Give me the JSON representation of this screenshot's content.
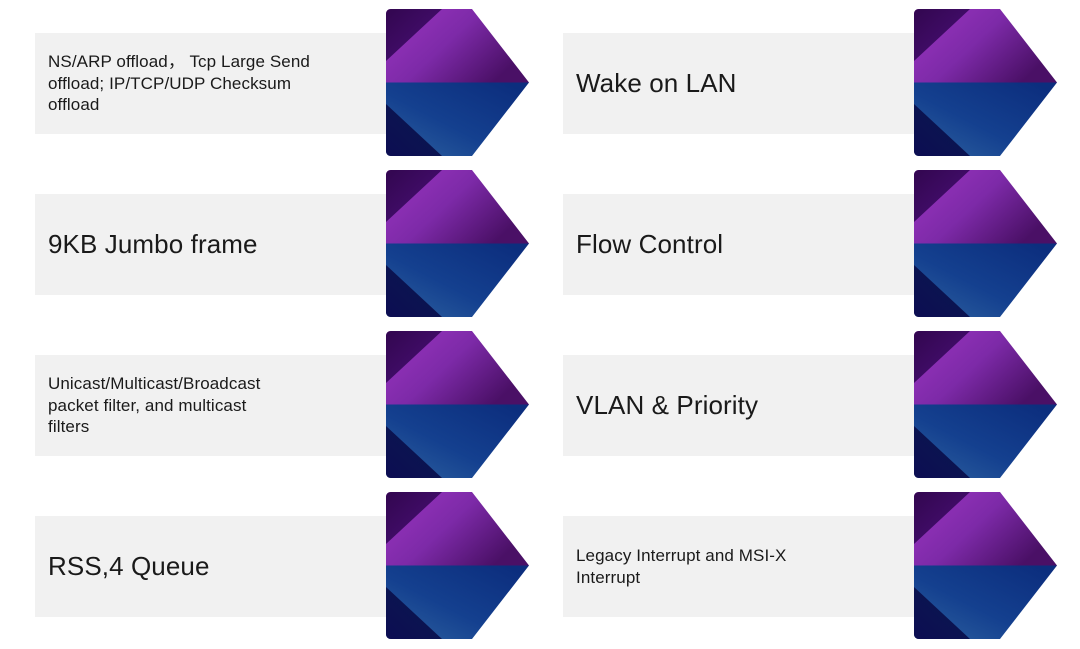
{
  "diagram": {
    "type": "chevron-callout-list",
    "title": "",
    "background_color": "#ffffff",
    "plate_color": "#f1f1f1",
    "text_color": "#1a1a1a",
    "accent_colors": {
      "purple_light": "#9031b5",
      "purple_mid": "#7b2ea8",
      "purple_dark": "#3c0a5e",
      "purple_deep": "#4b1066",
      "blue_light": "#2b5fa8",
      "blue_mid": "#143f8f",
      "blue_dark": "#0b2a73",
      "navy_deep": "#0a0a4a"
    },
    "columns": 2,
    "rows": 4,
    "items": [
      {
        "id": "ns-arp-offload",
        "label": "NS/ARP offload， Tcp Large Send\noffload; IP/TCP/UDP Checksum\noffload",
        "size": "small",
        "column": 1,
        "row": 1
      },
      {
        "id": "wake-on-lan",
        "label": "Wake on LAN",
        "size": "big",
        "column": 2,
        "row": 1
      },
      {
        "id": "jumbo-frame",
        "label": "9KB Jumbo frame",
        "size": "big",
        "column": 1,
        "row": 2
      },
      {
        "id": "flow-control",
        "label": "Flow Control",
        "size": "big",
        "column": 2,
        "row": 2
      },
      {
        "id": "packet-filter",
        "label": "Unicast/Multicast/Broadcast\npacket filter, and multicast\nfilters",
        "size": "small",
        "column": 1,
        "row": 3
      },
      {
        "id": "vlan-priority",
        "label": "VLAN & Priority",
        "size": "big",
        "column": 2,
        "row": 3
      },
      {
        "id": "rss-4-queue",
        "label": "RSS,4 Queue",
        "size": "big",
        "column": 1,
        "row": 4
      },
      {
        "id": "legacy-interrupt",
        "label": "Legacy Interrupt and MSI-X\nInterrupt",
        "size": "small",
        "column": 2,
        "row": 4
      }
    ]
  }
}
